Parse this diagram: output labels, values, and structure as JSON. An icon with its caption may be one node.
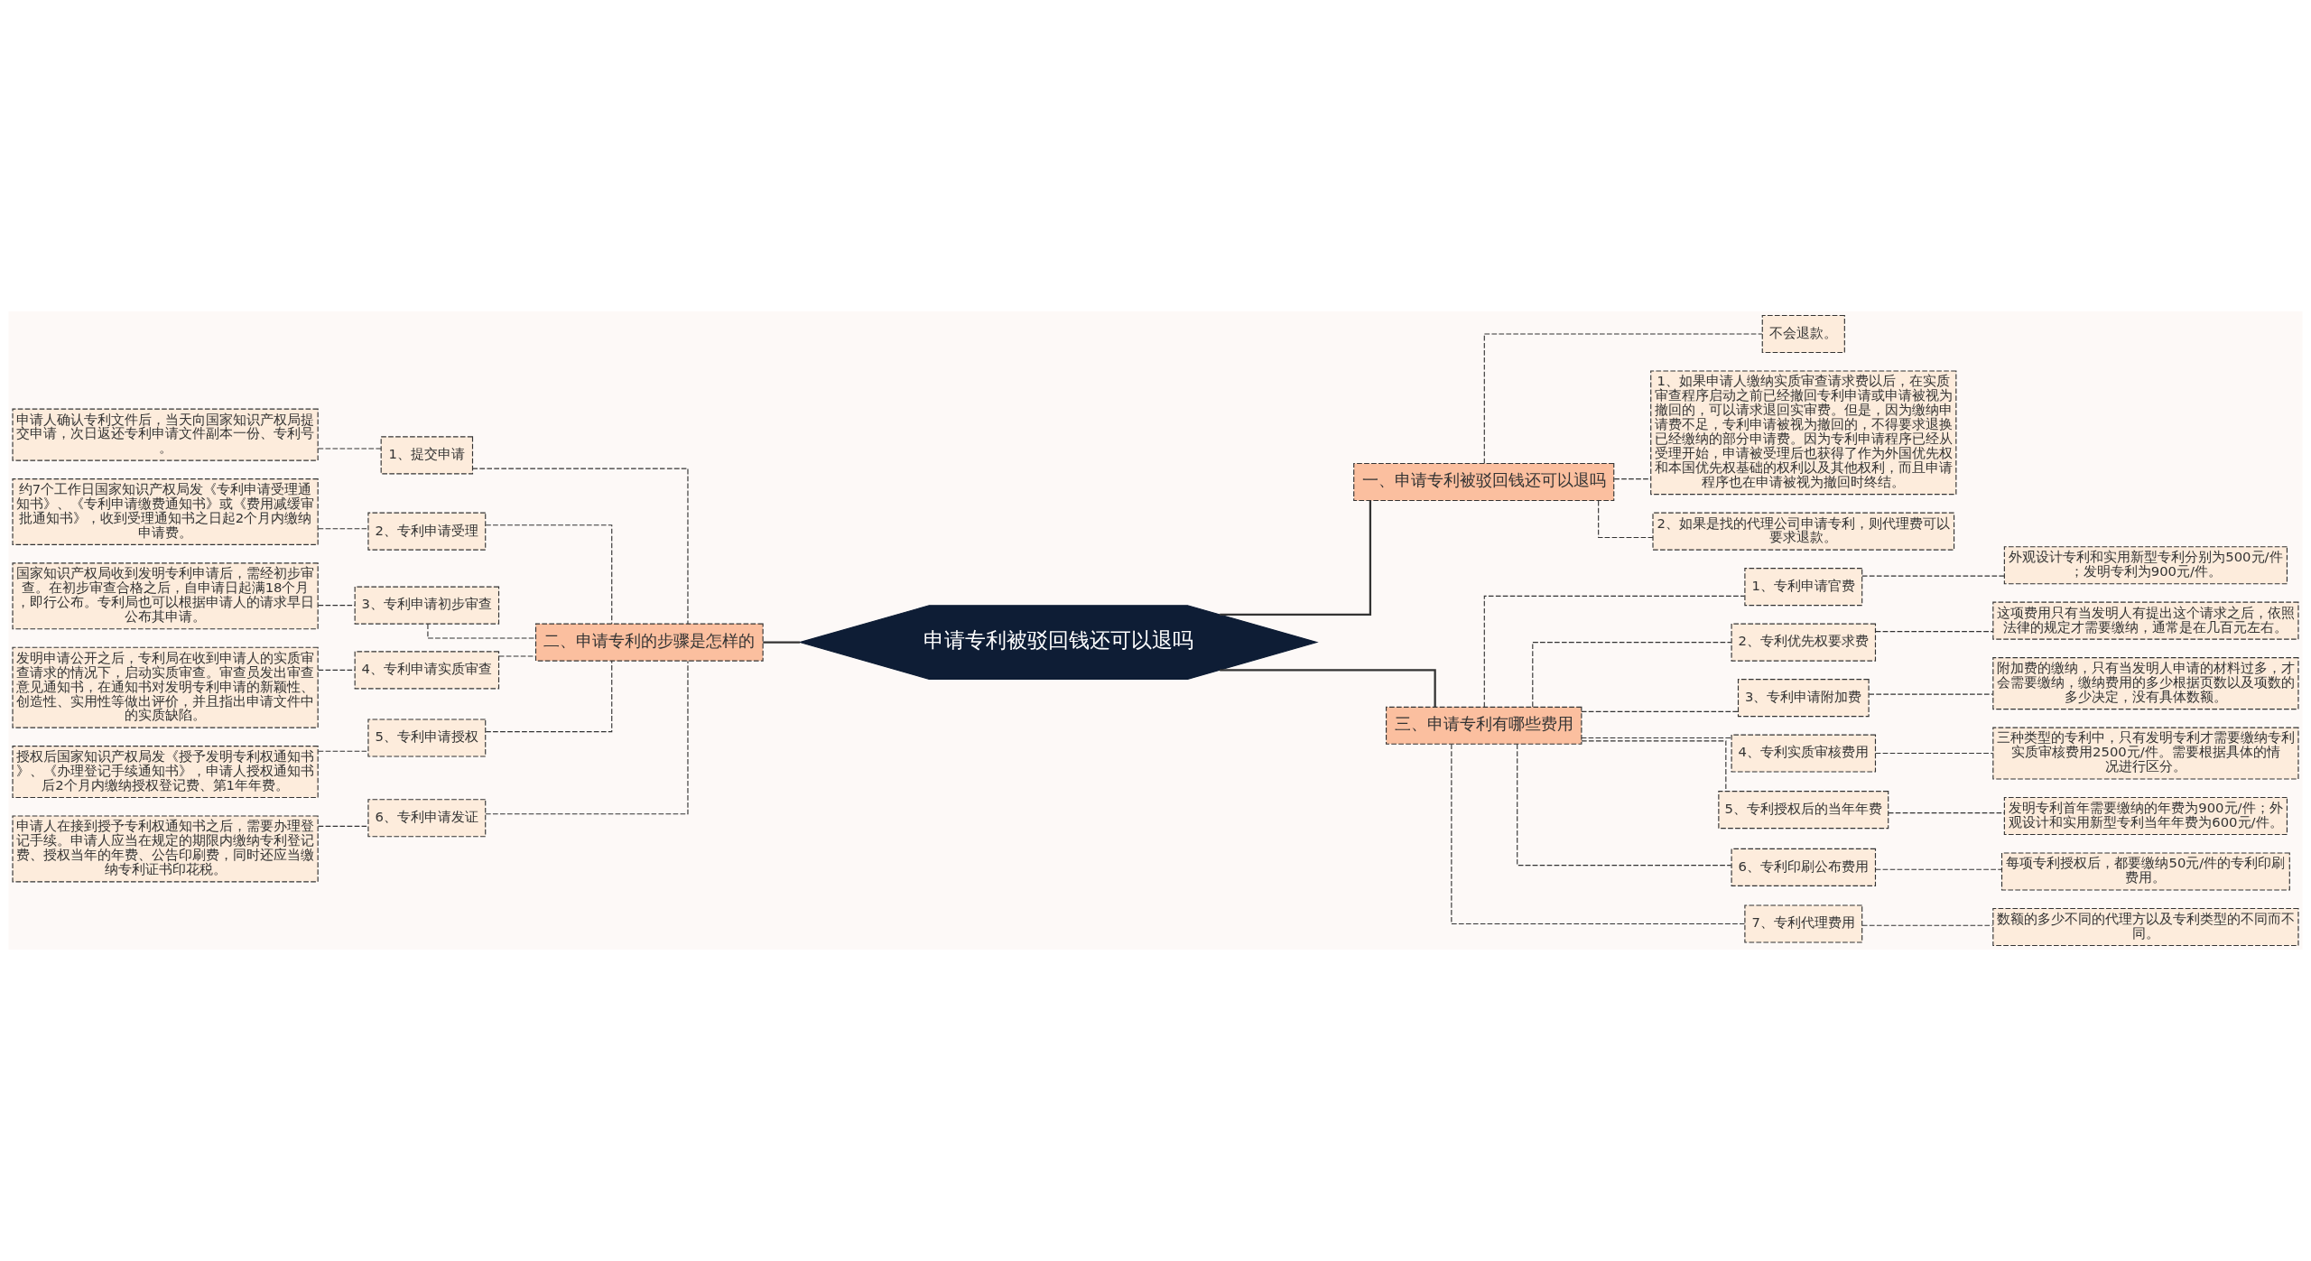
{
  "diagram": {
    "nodes": [
      {
        "text": [
          "申请专利被驳回钱还可以退吗"
        ]
      },
      {
        "text": [
          "二、申请专利的步骤是怎样的"
        ]
      },
      {
        "text": [
          "1、提交申请"
        ]
      },
      {
        "text": [
          "2、专利申请受理"
        ]
      },
      {
        "text": [
          "3、专利申请初步审查"
        ]
      },
      {
        "text": [
          "4、专利申请实质审查"
        ]
      },
      {
        "text": [
          "5、专利申请授权"
        ]
      },
      {
        "text": [
          "6、专利申请发证"
        ]
      },
      {
        "text": [
          "申请人确认专利文件后，当天向国家知识产权局提交申请，次日返还专利申请文件副本一份、专利号。"
        ]
      },
      {
        "text": [
          "约7个工作日国家知识产权局发《专利申请受理通知书》、《专利申请缴费通知书》或《费用减缓审批通知书》，收到受理通知书之日起2个月内缴纳申请费。"
        ]
      },
      {
        "text": [
          "国家知识产权局收到发明专利申请后，需经初步审查。在初步审查合格之后，自申请日起满18个月，即行公布。专利局也可以根据申请人的请求早日公布其申请。"
        ]
      },
      {
        "text": [
          "发明申请公开之后，专利局在收到申请人的实质审查请求的情况下，启动实质审查。审查员发出审查意见通知书，在通知书对发明专利申请的新颖性、创造性、实用性等做出评价，并且指出申请文件中的实质缺陷。"
        ]
      },
      {
        "text": [
          "授权后国家知识产权局发《授予发明专利权通知书》、《办理登记手续通知书》，申请人授权通知书后2个月内缴纳授权登记费、第1年年费。"
        ]
      },
      {
        "text": [
          "申请人在接到授予专利权通知书之后，需要办理登记手续。申请人应当在规定的期限内缴纳专利登记费、授权当年的年费、公告印刷费，同时还应当缴纳专利证书印花税。"
        ]
      },
      {
        "text": [
          "一、申请专利被驳回钱还可以退吗"
        ]
      },
      {
        "text": [
          "不会退款。"
        ]
      },
      {
        "text": [
          "1、如果申请人缴纳实质审查请求费以后，在实质审查程序启动之前已经撤回专利申请或申请被视为撤回的，可以请求退回实审费。但是，因为缴纳申请费不足，专利申请被视为撤回的，不得要求退换已经缴纳的部分申请费。因为专利申请程序已经从受理开始，申请被受理后也获得了作为外国优先权和本国优先权基础的权利以及其他权利，而且申请程序也在申请被视为撤回时终结。"
        ]
      },
      {
        "text": [
          "2、如果是找的代理公司申请专利，则代理费可以要求退款。"
        ]
      },
      {
        "text": [
          "三、申请专利有哪些费用"
        ]
      },
      {
        "text": [
          "1、专利申请官费"
        ]
      },
      {
        "text": [
          "2、专利优先权要求费"
        ]
      },
      {
        "text": [
          "3、专利申请附加费"
        ]
      },
      {
        "text": [
          "4、专利实质审核费用"
        ]
      },
      {
        "text": [
          "5、专利授权后的当年年费"
        ]
      },
      {
        "text": [
          "6、专利印刷公布费用"
        ]
      },
      {
        "text": [
          "7、专利代理费用"
        ]
      },
      {
        "text": [
          "外观设计专利和实用新型专利分别为500元/件；发明专利为900元/件。"
        ]
      },
      {
        "text": [
          "这项费用只有当发明人有提出这个请求之后，依照法律的规定才需要缴纳，通常是在几百元左右。"
        ]
      },
      {
        "text": [
          "附加费的缴纳，只有当发明人申请的材料过多，才会需要缴纳，缴纳费用的多少根据页数以及项数的多少决定，没有具体数额。"
        ]
      },
      {
        "text": [
          "三种类型的专利中，只有发明专利才需要缴纳专利实质审核费用2500元/件。需要根据具体的情况进行区分。"
        ]
      },
      {
        "text": [
          "发明专利首年需要缴纳的年费为900元/件；外观设计和实用新型专利当年年费为600元/件。"
        ]
      },
      {
        "text": [
          "每项专利授权后，都要缴纳50元/件的专利印刷费用。"
        ]
      },
      {
        "text": [
          "数额的多少不同的代理方以及专利类型的不同而不同。"
        ]
      }
    ],
    "edges": [
      {
        "from": 1,
        "to": 0,
        "arrow": "none"
      },
      {
        "from": 2,
        "to": 1,
        "arrow": "none",
        "style": "dashed"
      },
      {
        "from": 3,
        "to": 1,
        "arrow": "none",
        "style": "dashed"
      },
      {
        "from": 4,
        "to": 1,
        "arrow": "none",
        "style": "dashed"
      },
      {
        "from": 5,
        "to": 1,
        "arrow": "none",
        "style": "dashed"
      },
      {
        "from": 6,
        "to": 1,
        "arrow": "none",
        "style": "dashed"
      },
      {
        "from": 7,
        "to": 1,
        "arrow": "none",
        "style": "dashed"
      },
      {
        "from": 8,
        "to": 2,
        "arrow": "none",
        "style": "dashed"
      },
      {
        "from": 9,
        "to": 3,
        "arrow": "none",
        "style": "dashed"
      },
      {
        "from": 10,
        "to": 4,
        "arrow": "none",
        "style": "dashed"
      },
      {
        "from": 11,
        "to": 5,
        "arrow": "none",
        "style": "dashed"
      },
      {
        "from": 12,
        "to": 6,
        "arrow": "none",
        "style": "dashed"
      },
      {
        "from": 13,
        "to": 7,
        "arrow": "none",
        "style": "dashed"
      },
      {
        "from": 0,
        "to": 14,
        "arrow": "none"
      },
      {
        "from": 14,
        "to": 15,
        "arrow": "none",
        "style": "dashed"
      },
      {
        "from": 14,
        "to": 16,
        "arrow": "none",
        "style": "dashed"
      },
      {
        "from": 14,
        "to": 17,
        "arrow": "none",
        "style": "dashed"
      },
      {
        "from": 0,
        "to": 18,
        "arrow": "none"
      },
      {
        "from": 18,
        "to": 19,
        "arrow": "none",
        "style": "dashed"
      },
      {
        "from": 18,
        "to": 20,
        "arrow": "none",
        "style": "dashed"
      },
      {
        "from": 18,
        "to": 21,
        "arrow": "none",
        "style": "dashed"
      },
      {
        "from": 18,
        "to": 22,
        "arrow": "none",
        "style": "dashed"
      },
      {
        "from": 18,
        "to": 23,
        "arrow": "none",
        "style": "dashed"
      },
      {
        "from": 18,
        "to": 24,
        "arrow": "none",
        "style": "dashed"
      },
      {
        "from": 18,
        "to": 25,
        "arrow": "none",
        "style": "dashed"
      },
      {
        "from": 19,
        "to": 26,
        "arrow": "none",
        "style": "dashed"
      },
      {
        "from": 20,
        "to": 27,
        "arrow": "none",
        "style": "dashed"
      },
      {
        "from": 21,
        "to": 28,
        "arrow": "none",
        "style": "dashed"
      },
      {
        "from": 22,
        "to": 29,
        "arrow": "none",
        "style": "dashed"
      },
      {
        "from": 23,
        "to": 30,
        "arrow": "none",
        "style": "dashed"
      },
      {
        "from": 24,
        "to": 31,
        "arrow": "none",
        "style": "dashed"
      },
      {
        "from": 25,
        "to": 32,
        "arrow": "none",
        "style": "dashed"
      }
    ]
  }
}
